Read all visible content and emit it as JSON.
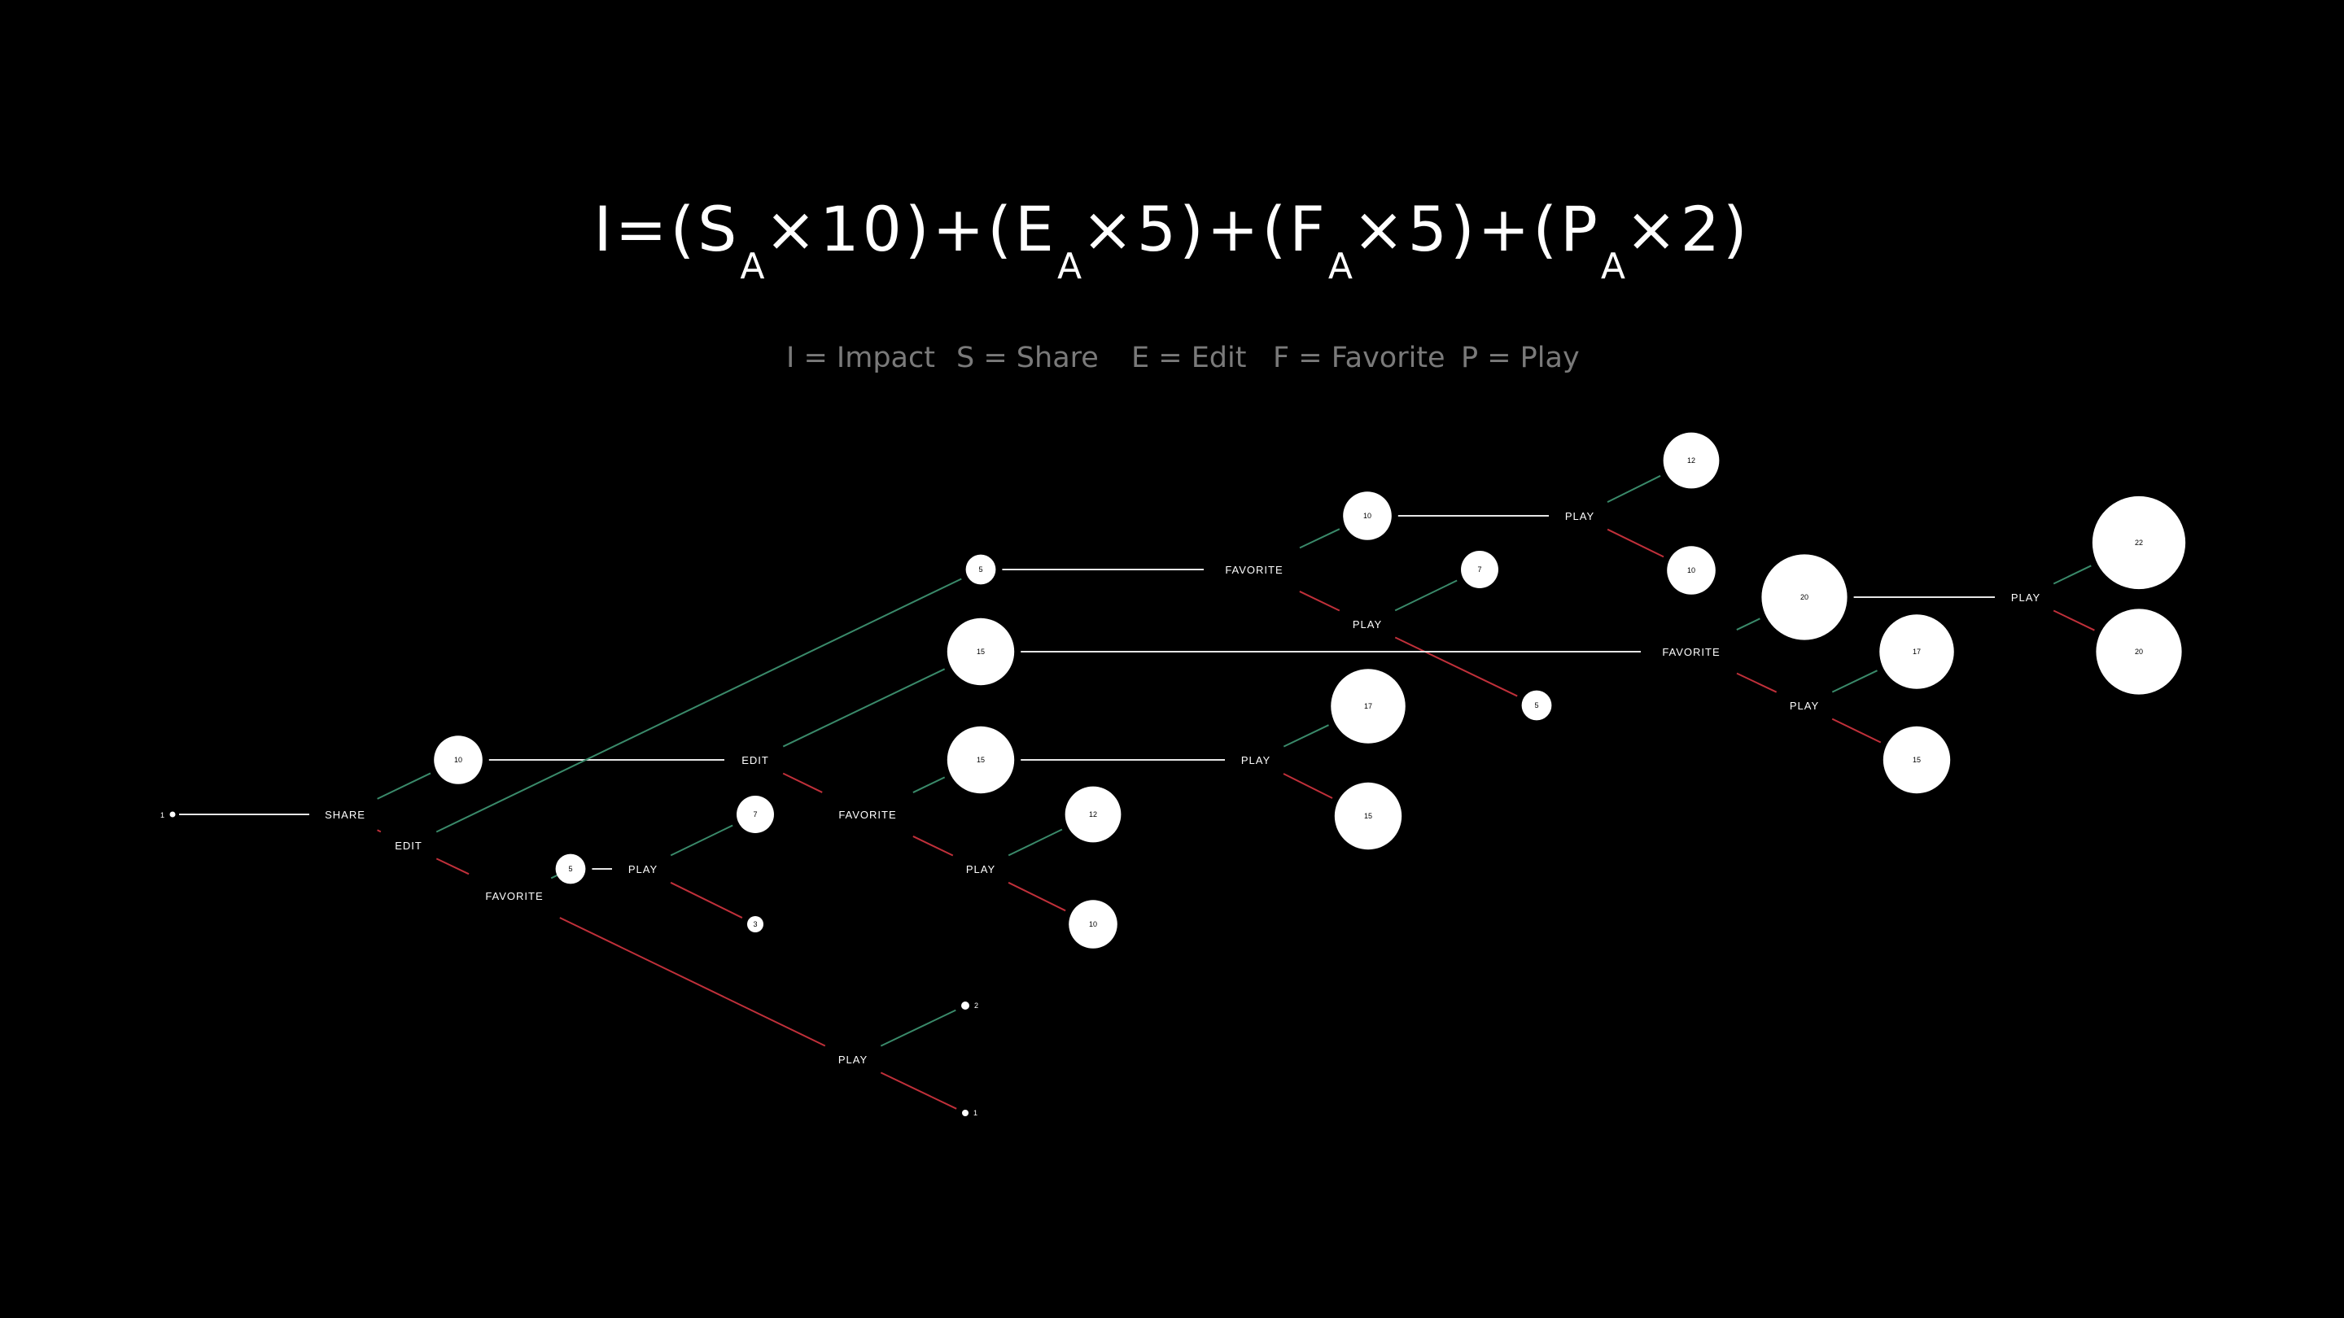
{
  "formula": {
    "parts": [
      "I",
      "=",
      "(",
      "S",
      "A",
      "×",
      "10",
      ")",
      "+",
      "(",
      "E",
      "A",
      "×",
      "5",
      ")",
      "+",
      "(",
      "F",
      "A",
      "×",
      "5",
      ")",
      "+",
      "(",
      "P",
      "A",
      "×",
      "2",
      ")"
    ]
  },
  "legend": [
    "I = Impact",
    "S = Share",
    "E = Edit",
    "F = Favorite",
    "P = Play"
  ],
  "colors": {
    "background": "#000000",
    "neutral_edge": "#e6e6e6",
    "positive_edge": "#3a8a6a",
    "negative_edge": "#c0303a",
    "node": "#ffffff",
    "legend_text": "#7a7a7a"
  },
  "tree": {
    "labels": [
      {
        "id": "root_val",
        "text": "1"
      },
      {
        "id": "share",
        "text": "SHARE"
      },
      {
        "id": "edit1",
        "text": "EDIT"
      },
      {
        "id": "fav1",
        "text": "FAVORITE"
      },
      {
        "id": "play_a",
        "text": "PLAY"
      },
      {
        "id": "edit2",
        "text": "EDIT"
      },
      {
        "id": "fav_b",
        "text": "FAVORITE"
      },
      {
        "id": "play_d",
        "text": "PLAY"
      },
      {
        "id": "play_c",
        "text": "PLAY"
      },
      {
        "id": "play_b",
        "text": "PLAY"
      },
      {
        "id": "fav_a",
        "text": "FAVORITE"
      },
      {
        "id": "play_e",
        "text": "PLAY"
      },
      {
        "id": "play_f",
        "text": "PLAY"
      },
      {
        "id": "fav_c",
        "text": "FAVORITE"
      },
      {
        "id": "play_g",
        "text": "PLAY"
      },
      {
        "id": "play_h",
        "text": "PLAY"
      }
    ],
    "nodes": [
      {
        "id": "n10a",
        "value": 10,
        "text": "10"
      },
      {
        "id": "n5a",
        "value": 5,
        "text": "5"
      },
      {
        "id": "n15a",
        "value": 15,
        "text": "15"
      },
      {
        "id": "n5b",
        "value": 5,
        "text": "5"
      },
      {
        "id": "n7a",
        "value": 7,
        "text": "7"
      },
      {
        "id": "n3a",
        "value": 3,
        "text": "3"
      },
      {
        "id": "n15b",
        "value": 15,
        "text": "15"
      },
      {
        "id": "n12a",
        "value": 12,
        "text": "12"
      },
      {
        "id": "n10b",
        "value": 10,
        "text": "10"
      },
      {
        "id": "n17a",
        "value": 17,
        "text": "17"
      },
      {
        "id": "n15c",
        "value": 15,
        "text": "15"
      },
      {
        "id": "n10c",
        "value": 10,
        "text": "10"
      },
      {
        "id": "n7b",
        "value": 7,
        "text": "7"
      },
      {
        "id": "n5c",
        "value": 5,
        "text": "5"
      },
      {
        "id": "n12b",
        "value": 12,
        "text": "12"
      },
      {
        "id": "n10d",
        "value": 10,
        "text": "10"
      },
      {
        "id": "n20a",
        "value": 20,
        "text": "20"
      },
      {
        "id": "n22a",
        "value": 22,
        "text": "22"
      },
      {
        "id": "n20b",
        "value": 20,
        "text": "20"
      },
      {
        "id": "n17b",
        "value": 17,
        "text": "17"
      },
      {
        "id": "n15d",
        "value": 15,
        "text": "15"
      },
      {
        "id": "n2a",
        "value": 2,
        "text": "2"
      },
      {
        "id": "n1a",
        "value": 1,
        "text": "1"
      }
    ],
    "edges": [
      {
        "from": "root",
        "to": "share",
        "kind": "neutral"
      },
      {
        "from": "share",
        "to": "n10a",
        "kind": "positive"
      },
      {
        "from": "share",
        "to": "edit1",
        "kind": "negative"
      },
      {
        "from": "n10a",
        "to": "edit2",
        "kind": "neutral"
      },
      {
        "from": "edit1",
        "to": "n5a",
        "kind": "positive"
      },
      {
        "from": "edit1",
        "to": "fav1",
        "kind": "negative"
      },
      {
        "from": "fav1",
        "to": "n5b",
        "kind": "positive"
      },
      {
        "from": "fav1",
        "to": "play_b",
        "kind": "negative"
      },
      {
        "from": "n5b",
        "to": "play_a",
        "kind": "neutral"
      },
      {
        "from": "play_a",
        "to": "n7a",
        "kind": "positive"
      },
      {
        "from": "play_a",
        "to": "n3a",
        "kind": "negative"
      },
      {
        "from": "edit2",
        "to": "n15a",
        "kind": "positive"
      },
      {
        "from": "edit2",
        "to": "fav_b",
        "kind": "negative"
      },
      {
        "from": "fav_b",
        "to": "n15b",
        "kind": "positive"
      },
      {
        "from": "fav_b",
        "to": "play_d",
        "kind": "negative"
      },
      {
        "from": "play_d",
        "to": "n12a",
        "kind": "positive"
      },
      {
        "from": "play_d",
        "to": "n10b",
        "kind": "negative"
      },
      {
        "from": "n15b",
        "to": "play_c",
        "kind": "neutral"
      },
      {
        "from": "play_c",
        "to": "n17a",
        "kind": "positive"
      },
      {
        "from": "play_c",
        "to": "n15c",
        "kind": "negative"
      },
      {
        "from": "n5a",
        "to": "fav_a",
        "kind": "neutral"
      },
      {
        "from": "fav_a",
        "to": "n10c",
        "kind": "positive"
      },
      {
        "from": "fav_a",
        "to": "play_e",
        "kind": "negative"
      },
      {
        "from": "play_e",
        "to": "n7b",
        "kind": "positive"
      },
      {
        "from": "play_e",
        "to": "n5c",
        "kind": "negative"
      },
      {
        "from": "n10c",
        "to": "play_f",
        "kind": "neutral"
      },
      {
        "from": "play_f",
        "to": "n12b",
        "kind": "positive"
      },
      {
        "from": "play_f",
        "to": "n10d",
        "kind": "negative"
      },
      {
        "from": "n15a",
        "to": "fav_c",
        "kind": "neutral"
      },
      {
        "from": "fav_c",
        "to": "n20a",
        "kind": "positive"
      },
      {
        "from": "fav_c",
        "to": "play_h",
        "kind": "negative"
      },
      {
        "from": "n20a",
        "to": "play_g",
        "kind": "neutral"
      },
      {
        "from": "play_g",
        "to": "n22a",
        "kind": "positive"
      },
      {
        "from": "play_g",
        "to": "n20b",
        "kind": "negative"
      },
      {
        "from": "play_h",
        "to": "n17b",
        "kind": "positive"
      },
      {
        "from": "play_h",
        "to": "n15d",
        "kind": "negative"
      },
      {
        "from": "play_b",
        "to": "n2a",
        "kind": "positive"
      },
      {
        "from": "play_b",
        "to": "n1a",
        "kind": "negative"
      }
    ]
  }
}
